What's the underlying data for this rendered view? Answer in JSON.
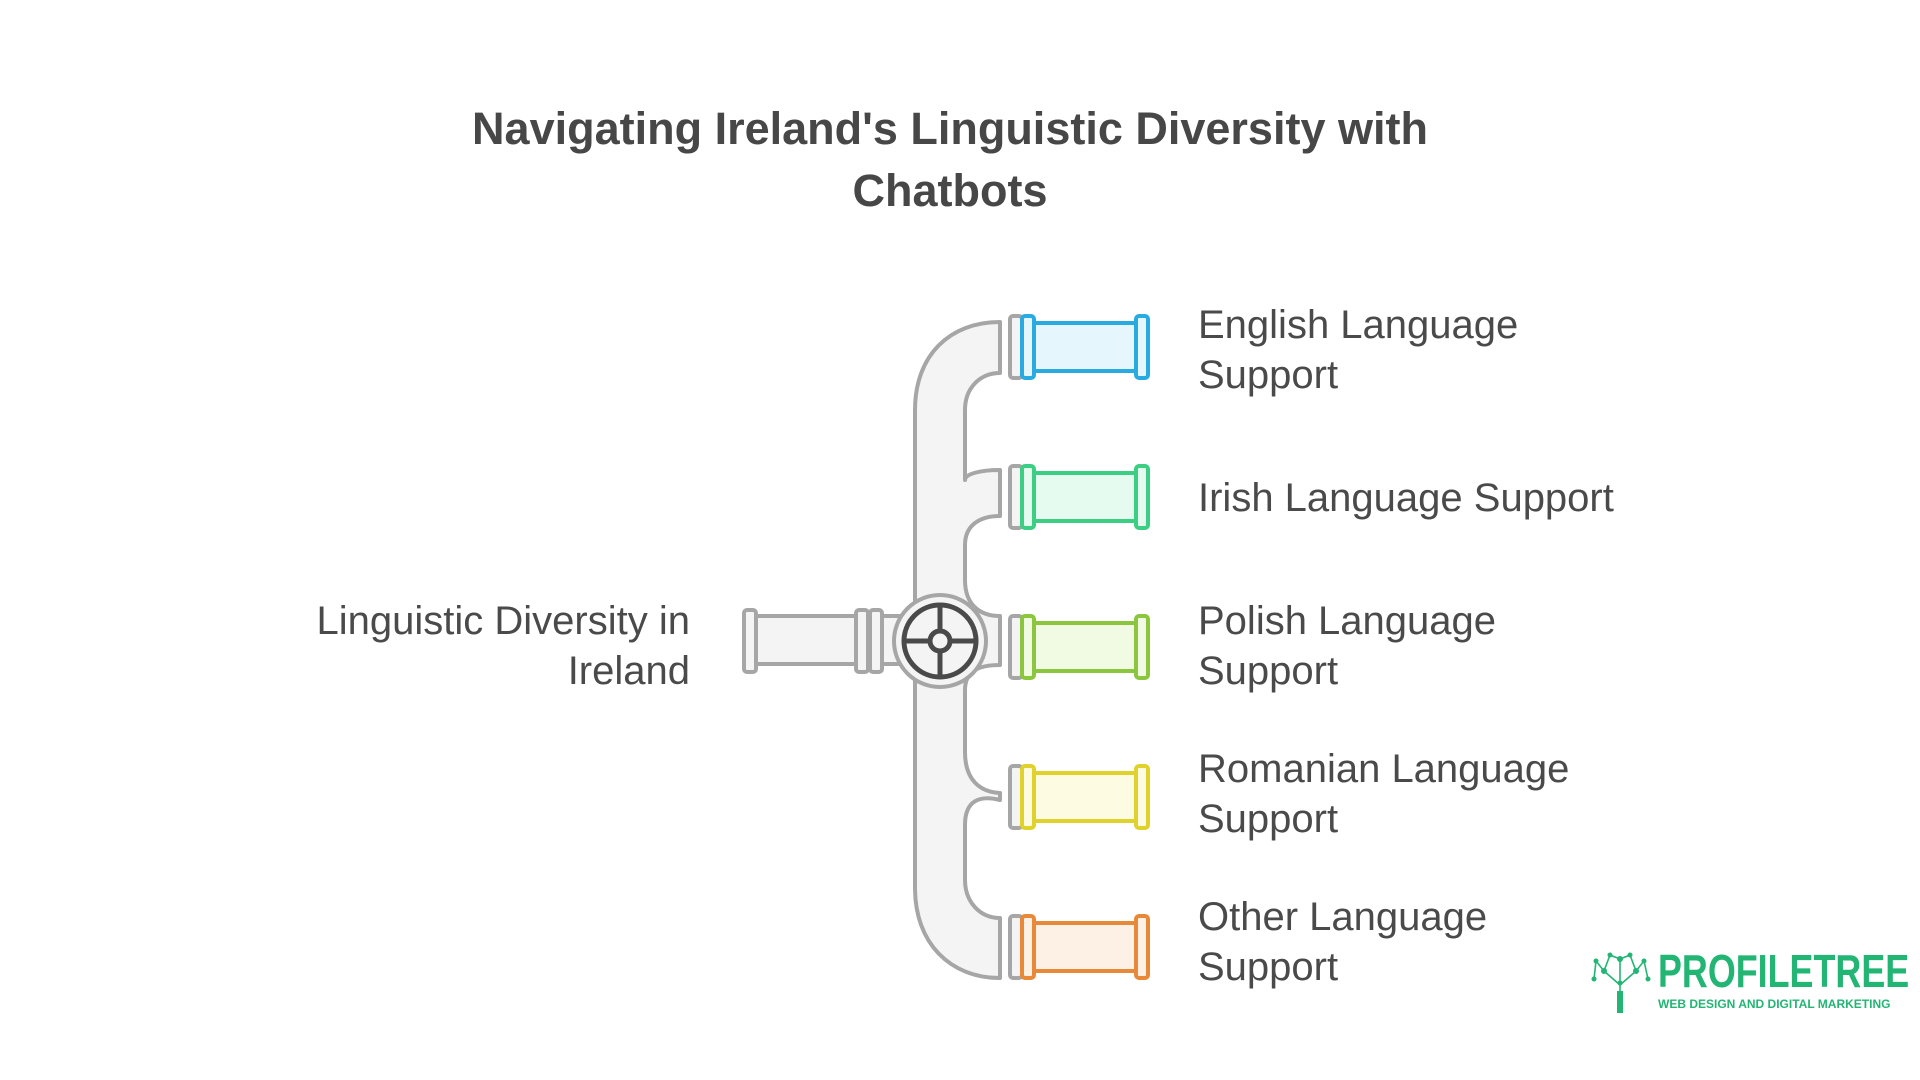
{
  "title": {
    "line1": "Navigating Ireland's Linguistic Diversity with",
    "line2": "Chatbots"
  },
  "source": {
    "line1": "Linguistic Diversity in",
    "line2": "Ireland"
  },
  "branches": [
    {
      "line1": "English Language",
      "line2": "Support",
      "color": "#29abe2",
      "fill": "#e6f6fd",
      "icon": "pipe-outlet"
    },
    {
      "line1": "Irish Language Support",
      "line2": "",
      "color": "#3ccf84",
      "fill": "#e6fbf0",
      "icon": "pipe-outlet"
    },
    {
      "line1": "Polish Language",
      "line2": "Support",
      "color": "#8cc63f",
      "fill": "#f1fae3",
      "icon": "pipe-outlet"
    },
    {
      "line1": "Romanian Language",
      "line2": "Support",
      "color": "#e0d12c",
      "fill": "#fdfbe2",
      "icon": "pipe-outlet"
    },
    {
      "line1": "Other Language",
      "line2": "Support",
      "color": "#e8893a",
      "fill": "#fdf0e4",
      "icon": "pipe-outlet"
    }
  ],
  "valve": {
    "icon": "valve-wheel-icon",
    "color": "#4a4a4a"
  },
  "pipe": {
    "stroke": "#a6a6a6",
    "fill": "#f4f4f4"
  },
  "logo": {
    "name": "PROFILETREE",
    "tagline": "WEB DESIGN AND DIGITAL MARKETING",
    "color": "#22b573",
    "icon": "tree-network-icon"
  }
}
